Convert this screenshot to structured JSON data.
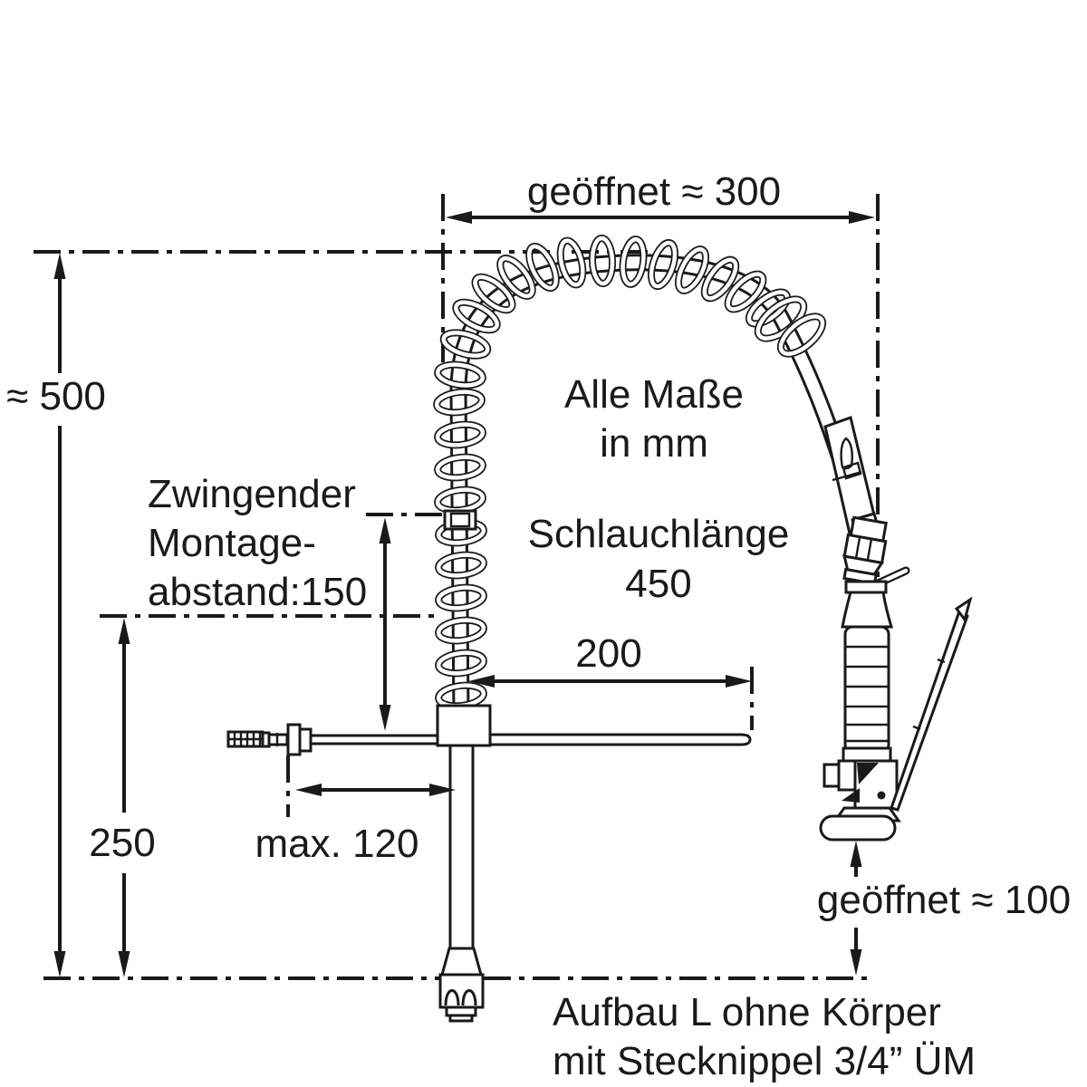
{
  "page": {
    "background_color": "#ffffff",
    "line_color": "#1a1a1a"
  },
  "dimensions": {
    "open_top": "geöffnet ≈ 300",
    "overall_height": "≈ 500",
    "mounting_line1": "Zwingender",
    "mounting_line2": "Montage-",
    "mounting_line3": "abstand:150",
    "spout_reach": "200",
    "lower_height": "250",
    "max_offset": "max. 120",
    "open_bottom": "geöffnet ≈ 100"
  },
  "notes": {
    "units_line1": "Alle Maße",
    "units_line2": "in mm",
    "hose_line1": "Schlauchlänge",
    "hose_line2": "450",
    "caption_line1": "Aufbau L ohne Körper",
    "caption_line2": "mit Stecknippel 3/4” ÜM"
  }
}
